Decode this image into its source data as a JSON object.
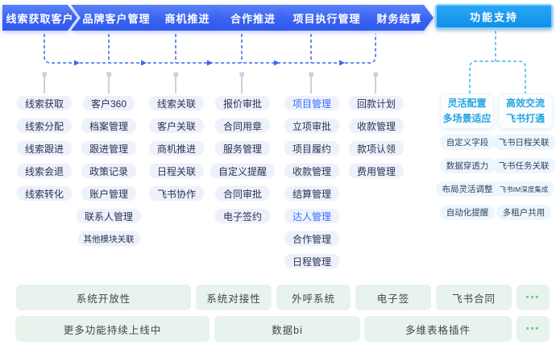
{
  "flow": {
    "steps": [
      {
        "label": "线索获取客户"
      },
      {
        "label": "品牌客户管理"
      },
      {
        "label": "商机推进"
      },
      {
        "label": "合作推进"
      },
      {
        "label": "项目执行管理"
      },
      {
        "label": "财务结算"
      }
    ],
    "support_label": "功能支持"
  },
  "columns": [
    {
      "items": [
        "线索获取",
        "线索分配",
        "线索跟进",
        "线索会退",
        "线索转化"
      ]
    },
    {
      "items": [
        "客户360",
        "档案管理",
        "跟进管理",
        "政策记录",
        "账户管理",
        "联系人管理",
        "其他模块关联"
      ]
    },
    {
      "items": [
        "线索关联",
        "客户关联",
        "商机推进",
        "日程关联",
        "飞书协作"
      ]
    },
    {
      "items": [
        "报价审批",
        "合同用章",
        "服务管理",
        "自定义提醒",
        "合同审批",
        "电子签约"
      ]
    },
    {
      "items": [
        "项目管理",
        "立项审批",
        "项目履约",
        "收款管理",
        "结算管理",
        "达人管理",
        "合作管理",
        "日程管理"
      ]
    },
    {
      "items": [
        "回款计划",
        "收款管理",
        "款项认领",
        "费用管理"
      ]
    }
  ],
  "support_section": {
    "headers": [
      {
        "line1": "灵活配置",
        "line2": "多场景适应"
      },
      {
        "line1": "高效交流",
        "line2": "飞书打通"
      }
    ],
    "columns": [
      {
        "items": [
          "自定义字段",
          "数据穿透力",
          "布局灵活调整",
          "自动化提醒"
        ]
      },
      {
        "items": [
          "飞书日程关联",
          "飞书任务关联",
          "飞书IM深度集成",
          "多租户共用"
        ]
      }
    ]
  },
  "bottom": {
    "row1": [
      "系统开放性",
      "系统对接性",
      "外呼系统",
      "电子签",
      "飞书合同"
    ],
    "row2": [
      "更多功能持续上线中",
      "数据bi",
      "多维表格插件"
    ],
    "more_label": "•••"
  },
  "colors": {
    "step_gradient_start": "#5b82f8",
    "step_gradient_end": "#2f58ee",
    "support_button_fill": "#18a0f0",
    "support_button_border": "#7fd3fb",
    "connector_blue": "#3a66f0",
    "connector_cyan": "#38b7f2",
    "connector_gray": "#c9d1e2",
    "pill_bg": "#eef1fa",
    "pill_text": "#273352",
    "pill_highlight_text": "#3370ff",
    "support_pill_bg": "#ecf6fd",
    "support_header_text": "#25a5e0",
    "bottom_bg": "#e7f3ec",
    "bottom_text": "#3c4654",
    "bottom_dots": "#6fc39c"
  }
}
